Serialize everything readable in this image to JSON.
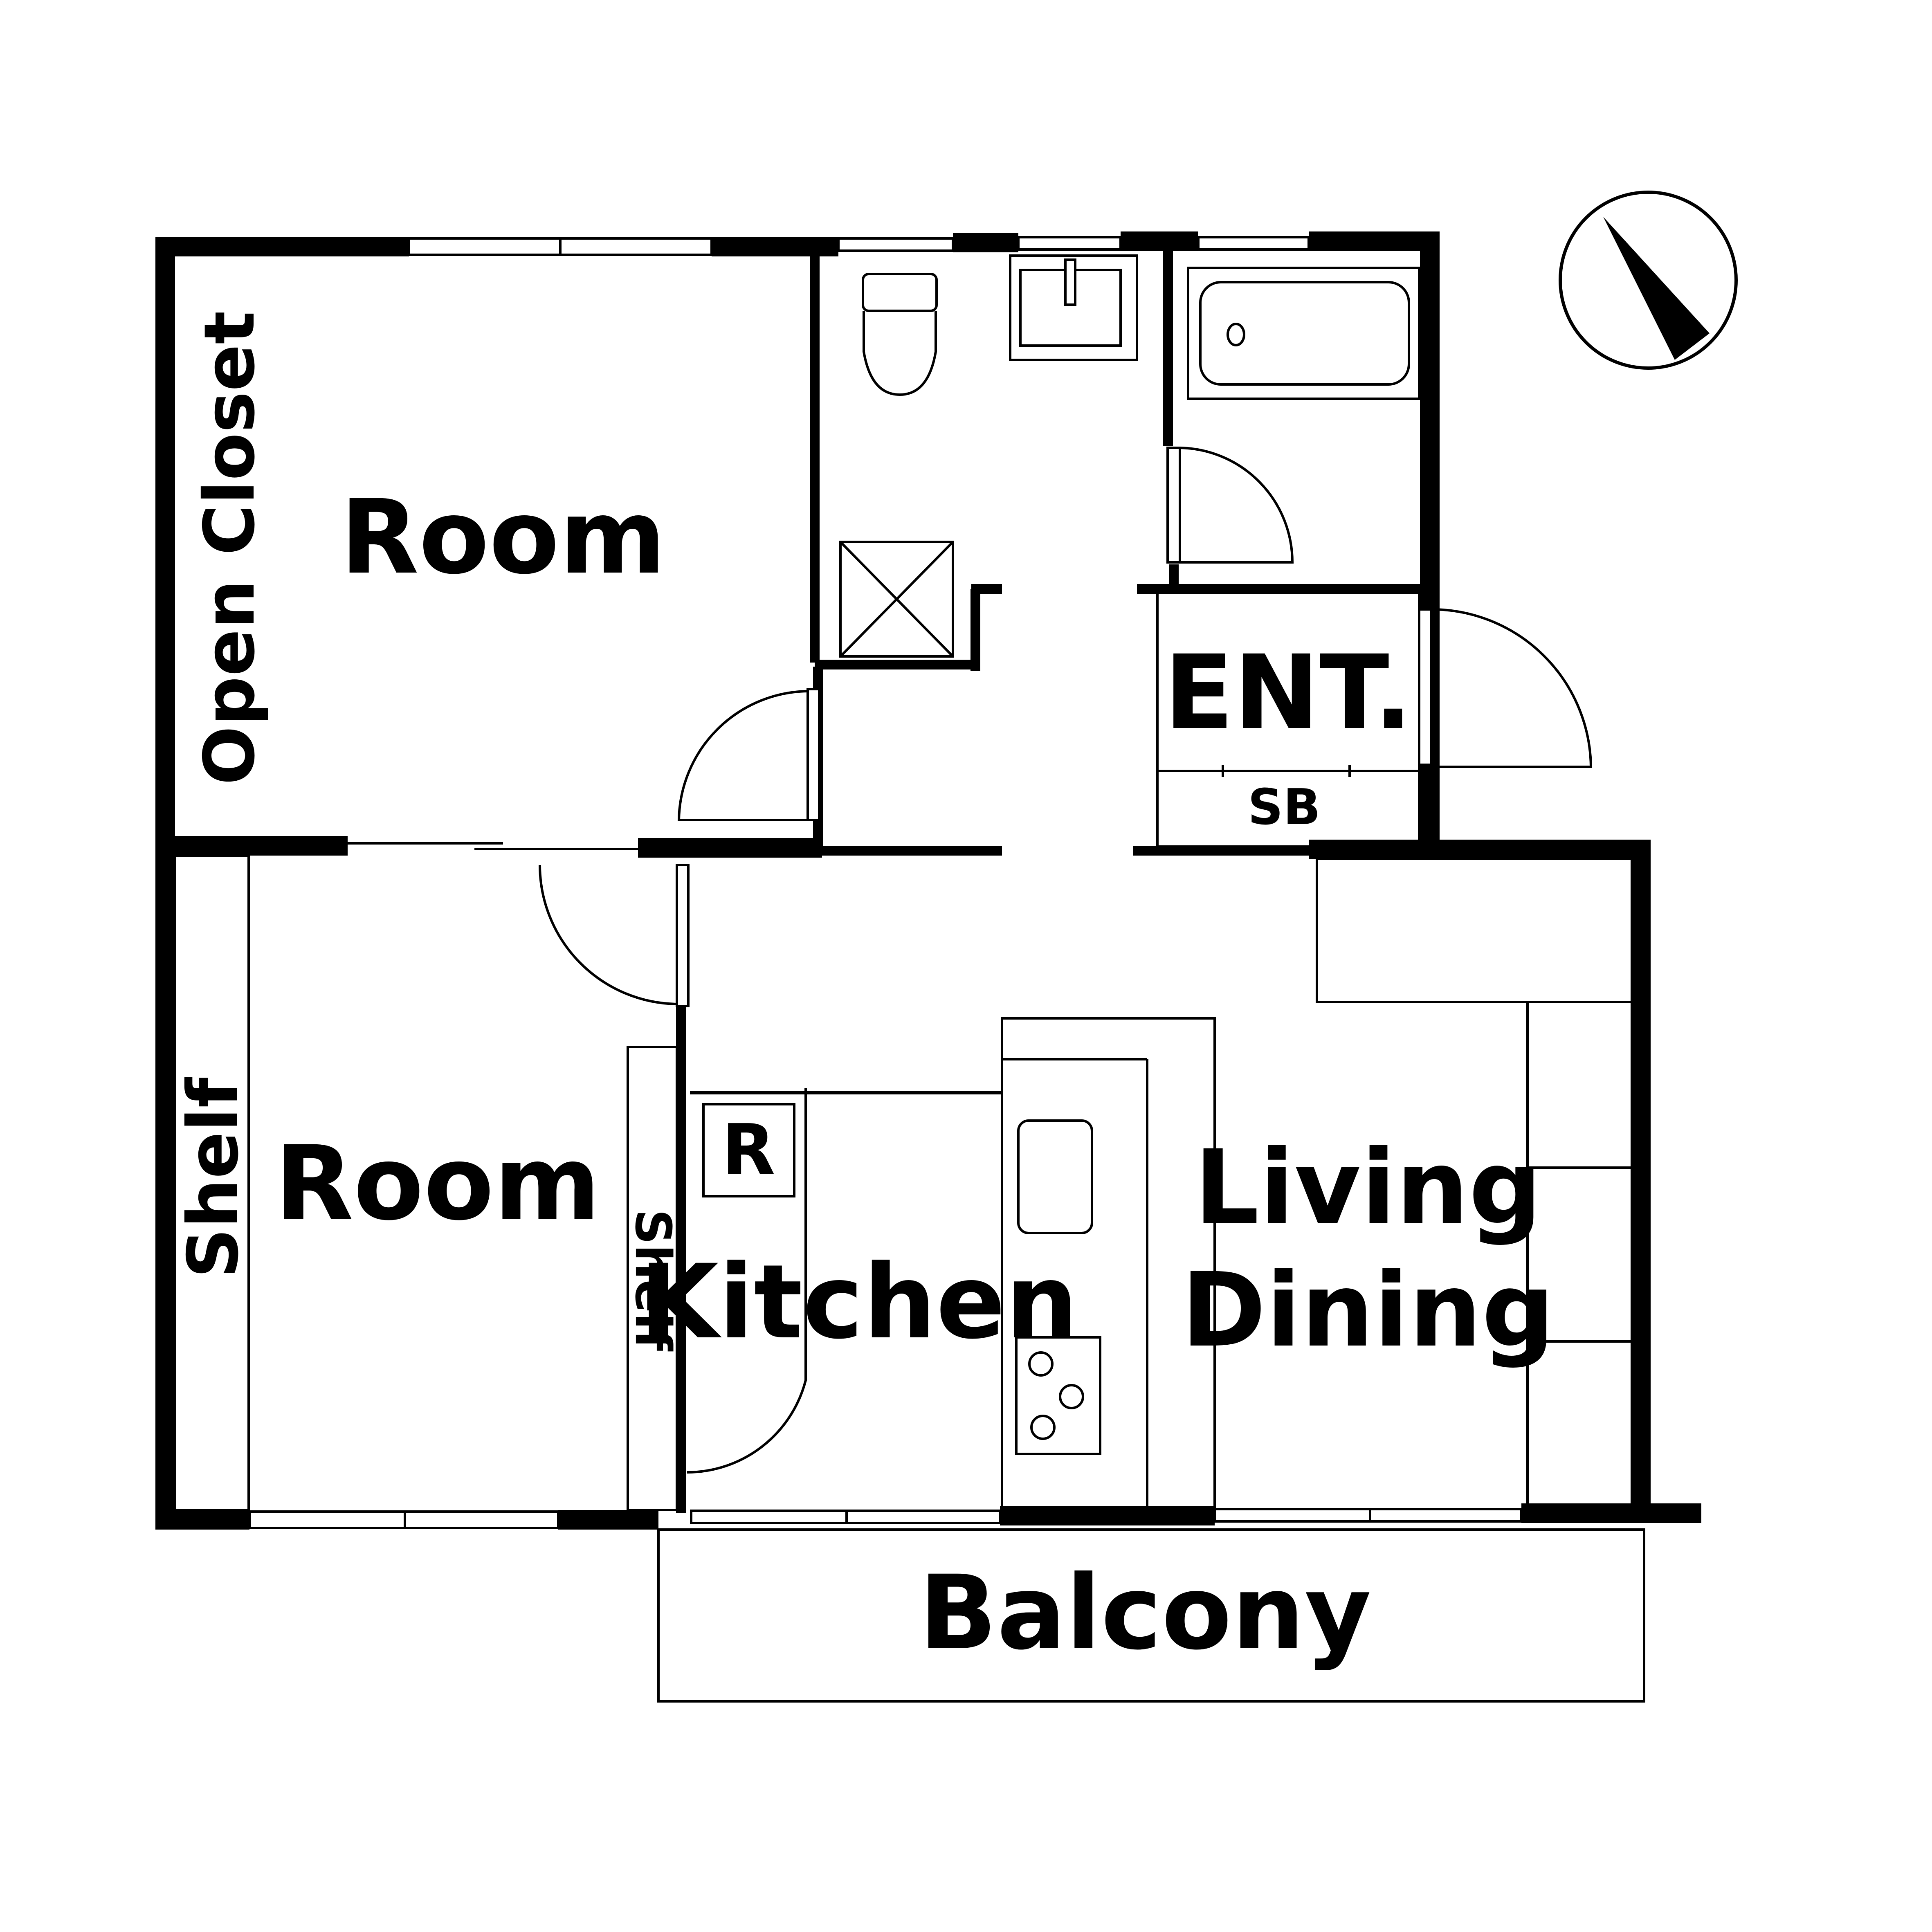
{
  "rooms": {
    "room_upper": "Room",
    "room_lower": "Room",
    "kitchen": "Kitchen",
    "living_line1": "Living",
    "living_line2": "Dining",
    "entrance": "ENT.",
    "shoe_box": "SB",
    "balcony": "Balcony"
  },
  "storage": {
    "open_closet": "Open Closet",
    "shelf_left": "Shelf",
    "shelf_center": "Shelf"
  },
  "fixtures": {
    "refrigerator": "R"
  },
  "icons": {
    "compass": "north-arrow-icon"
  }
}
